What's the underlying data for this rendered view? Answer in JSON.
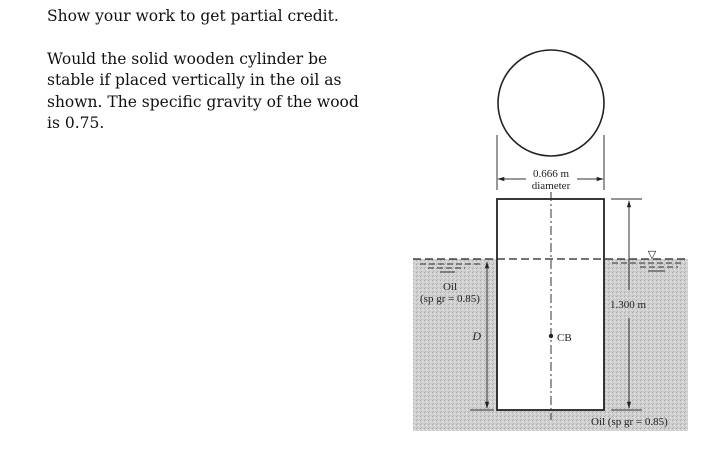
{
  "instructions": "Show your work to get partial credit.",
  "problem": {
    "lines": [
      "Would the solid wooden cylinder be",
      "stable if placed vertically in the oil as",
      "shown.  The specific gravity of the wood",
      "is 0.75."
    ]
  },
  "figure": {
    "diameter_label_value": "0.666 m",
    "diameter_label_word": "diameter",
    "oil_label_left_line1": "Oil",
    "oil_label_left_line2": "(sp gr = 0.85)",
    "height_label": "1.300 m",
    "depth_label": "D",
    "cb_label": "CB",
    "oil_label_bottom": "Oil (sp gr = 0.85)",
    "free_surface_symbol": "▽",
    "colors": {
      "oil_fill": "#c8c8c8",
      "line": "#222222",
      "cylinder_fill": "#ffffff"
    }
  }
}
